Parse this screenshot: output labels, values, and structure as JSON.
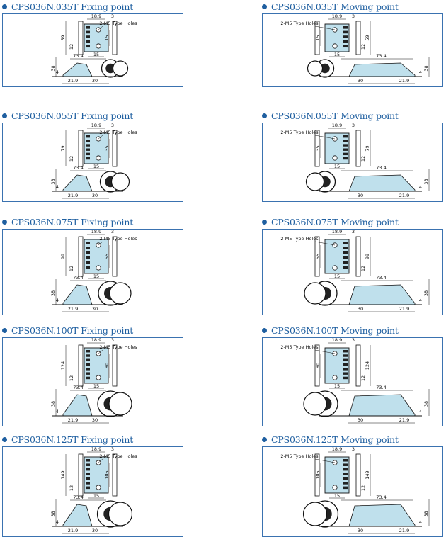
{
  "cells": [
    {
      "title": "CPS036N.035T Fixing point",
      "side": "fix",
      "height": 102,
      "hole_label": "2-M5 Type Holes",
      "dims": {
        "width": "18.9",
        "offset": "3",
        "height": "59",
        "pitch": "15",
        "margin": "12",
        "center": "15",
        "bracket": "73.4",
        "ribbon": "38",
        "base_a": "21.9",
        "base_b": "30",
        "lip": "4"
      }
    },
    {
      "title": "CPS036N.035T Moving point",
      "side": "mov",
      "height": 102,
      "hole_label": "2-M5 Type Holes",
      "dims": {
        "width": "18.9",
        "offset": "3",
        "height": "59",
        "pitch": "15",
        "margin": "12",
        "center": "15",
        "bracket": "73.4",
        "ribbon": "38",
        "base_a": "21.9",
        "base_b": "30",
        "lip": "4"
      }
    },
    {
      "title": "CPS036N.055T Fixing point",
      "side": "fix",
      "height": 110,
      "hole_label": "2-M5 Type Holes",
      "dims": {
        "width": "18.9",
        "offset": "3",
        "height": "79",
        "pitch": "35",
        "margin": "12",
        "center": "15",
        "bracket": "73.4",
        "ribbon": "38",
        "base_a": "21.9",
        "base_b": "30",
        "lip": "4"
      }
    },
    {
      "title": "CPS036N.055T Moving point",
      "side": "mov",
      "height": 110,
      "hole_label": "2-M5 Type Holes",
      "dims": {
        "width": "18.9",
        "offset": "3",
        "height": "79",
        "pitch": "35",
        "margin": "12",
        "center": "15",
        "bracket": "73.4",
        "ribbon": "38",
        "base_a": "21.9",
        "base_b": "30",
        "lip": "4"
      }
    },
    {
      "title": "CPS036N.075T Fixing point",
      "side": "fix",
      "height": 120,
      "hole_label": "2-M5 Type Holes",
      "dims": {
        "width": "18.9",
        "offset": "3",
        "height": "99",
        "pitch": "55",
        "margin": "12",
        "center": "15",
        "bracket": "73.4",
        "ribbon": "38",
        "base_a": "21.9",
        "base_b": "30",
        "lip": "4"
      }
    },
    {
      "title": "CPS036N.075T Moving point",
      "side": "mov",
      "height": 120,
      "hole_label": "2-M5 Type Holes",
      "dims": {
        "width": "18.9",
        "offset": "3",
        "height": "99",
        "pitch": "55",
        "margin": "12",
        "center": "15",
        "bracket": "73.4",
        "ribbon": "38",
        "base_a": "21.9",
        "base_b": "30",
        "lip": "4"
      }
    },
    {
      "title": "CPS036N.100T Fixing point",
      "side": "fix",
      "height": 124,
      "hole_label": "2-M5 Type Holes",
      "dims": {
        "width": "18.9",
        "offset": "3",
        "height": "124",
        "pitch": "80",
        "margin": "12",
        "center": "15",
        "bracket": "73.4",
        "ribbon": "38",
        "base_a": "21.9",
        "base_b": "30",
        "lip": "4"
      }
    },
    {
      "title": "CPS036N.100T Moving point",
      "side": "mov",
      "height": 124,
      "hole_label": "2-M5 Type Holes",
      "dims": {
        "width": "18.9",
        "offset": "3",
        "height": "124",
        "pitch": "80",
        "margin": "12",
        "center": "15",
        "bracket": "73.4",
        "ribbon": "38",
        "base_a": "21.9",
        "base_b": "30",
        "lip": "4"
      }
    },
    {
      "title": "CPS036N.125T Fixing point",
      "side": "fix",
      "height": 126,
      "hole_label": "2-M5 Type Holes",
      "dims": {
        "width": "18.9",
        "offset": "3",
        "height": "149",
        "pitch": "105",
        "margin": "12",
        "center": "15",
        "bracket": "73.4",
        "ribbon": "38",
        "base_a": "21.9",
        "base_b": "30",
        "lip": "4"
      }
    },
    {
      "title": "CPS036N.125T Moving point",
      "side": "mov",
      "height": 126,
      "hole_label": "2-M5 Type Holes",
      "dims": {
        "width": "18.9",
        "offset": "3",
        "height": "149",
        "pitch": "105",
        "margin": "12",
        "center": "15",
        "bracket": "73.4",
        "ribbon": "38",
        "base_a": "21.9",
        "base_b": "30",
        "lip": "4"
      }
    }
  ],
  "colors": {
    "title": "#1f5fa0",
    "frame": "#3a72b0",
    "bracket": "#bfe0ec",
    "line": "#111111"
  }
}
